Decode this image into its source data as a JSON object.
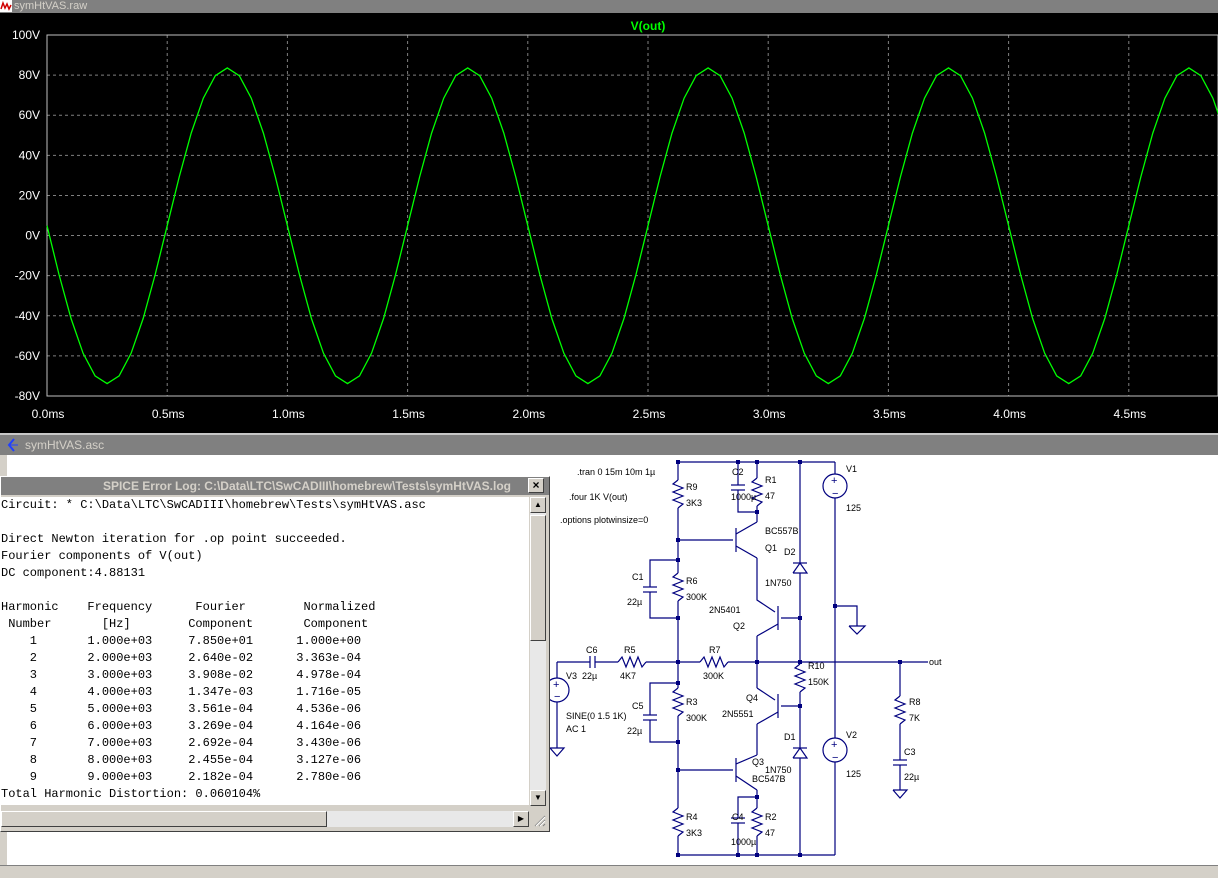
{
  "waveform_window": {
    "title": "symHtVAS.raw",
    "trace_label": "V(out)",
    "trace_color": "#00ff00",
    "grid_color": "#808080",
    "background": "#000000"
  },
  "chart_data": {
    "type": "line",
    "title": "V(out)",
    "xlabel": "",
    "ylabel": "",
    "xlim": [
      0,
      4.9
    ],
    "ylim": [
      -80,
      100
    ],
    "x_ticks": [
      "0.0ms",
      "0.5ms",
      "1.0ms",
      "1.5ms",
      "2.0ms",
      "2.5ms",
      "3.0ms",
      "3.5ms",
      "4.0ms",
      "4.5ms"
    ],
    "y_ticks": [
      "100V",
      "80V",
      "60V",
      "40V",
      "20V",
      "0V",
      "-20V",
      "-40V",
      "-60V",
      "-80V"
    ],
    "grid": true,
    "x_unit": "ms",
    "series": [
      {
        "name": "V(out)",
        "color": "#00ff00",
        "x": [
          0,
          0.05,
          0.1,
          0.15,
          0.2,
          0.25,
          0.3,
          0.35,
          0.4,
          0.45,
          0.5,
          0.55,
          0.6,
          0.65,
          0.7,
          0.75,
          0.8,
          0.85,
          0.9,
          0.95,
          1.0,
          1.05,
          1.1,
          1.15,
          1.2,
          1.25,
          1.3,
          1.35,
          1.4,
          1.45,
          1.5,
          1.55,
          1.6,
          1.65,
          1.7,
          1.75,
          1.8,
          1.85,
          1.9,
          1.95,
          2.0,
          2.05,
          2.1,
          2.15,
          2.2,
          2.25,
          2.3,
          2.35,
          2.4,
          2.45,
          2.5,
          2.55,
          2.6,
          2.65,
          2.7,
          2.75,
          2.8,
          2.85,
          2.9,
          2.95,
          3.0,
          3.05,
          3.1,
          3.15,
          3.2,
          3.25,
          3.3,
          3.35,
          3.4,
          3.45,
          3.5,
          3.55,
          3.6,
          3.65,
          3.7,
          3.75,
          3.8,
          3.85,
          3.9,
          3.95,
          4.0,
          4.05,
          4.1,
          4.15,
          4.2,
          4.25,
          4.3,
          4.35,
          4.4,
          4.45,
          4.5,
          4.55,
          4.6,
          4.65,
          4.7,
          4.75,
          4.8,
          4.85,
          4.9
        ],
        "y": [
          4.9,
          -19.4,
          -41.3,
          -58.7,
          -70.0,
          -73.8,
          -70.0,
          -58.7,
          -41.3,
          -19.4,
          4.9,
          29.2,
          51.1,
          68.5,
          79.7,
          83.6,
          79.7,
          68.5,
          51.1,
          29.2,
          4.9,
          -19.4,
          -41.3,
          -58.7,
          -70.0,
          -73.8,
          -70.0,
          -58.7,
          -41.3,
          -19.4,
          4.9,
          29.2,
          51.1,
          68.5,
          79.7,
          83.6,
          79.7,
          68.5,
          51.1,
          29.2,
          4.9,
          -19.4,
          -41.3,
          -58.7,
          -70.0,
          -73.8,
          -70.0,
          -58.7,
          -41.3,
          -19.4,
          4.9,
          29.2,
          51.1,
          68.5,
          79.7,
          83.6,
          79.7,
          68.5,
          51.1,
          29.2,
          4.9,
          -19.4,
          -41.3,
          -58.7,
          -70.0,
          -73.8,
          -70.0,
          -58.7,
          -41.3,
          -19.4,
          4.9,
          29.2,
          51.1,
          68.5,
          79.7,
          83.6,
          79.7,
          68.5,
          51.1,
          29.2,
          4.9,
          -19.4,
          -41.3,
          -58.7,
          -70.0,
          -73.8,
          -70.0,
          -58.7,
          -41.3,
          -19.4,
          4.9,
          29.2,
          51.1,
          68.5,
          79.7,
          83.6,
          79.7,
          68.5,
          51.1
        ]
      }
    ]
  },
  "schematic_window": {
    "title": "symHtVAS.asc",
    "directives": [
      ".tran 0 15m 10m 1µ",
      ".four 1K V(out)",
      ".options plotwinsize=0"
    ],
    "labels": {
      "c2": "C2",
      "c2_val": "1000µ",
      "r1": "R1",
      "r1_val": "47",
      "r9": "R9",
      "r9_val": "3K3",
      "v1": "V1",
      "v1_val": "125",
      "q1": "Q1",
      "q1_val": "BC557B",
      "d2": "D2",
      "d2_val": "1N750",
      "c1": "C1",
      "c1_val": "22µ",
      "r6": "R6",
      "r6_val": "300K",
      "q2": "Q2",
      "q2_val": "2N5401",
      "c6": "C6",
      "c6_val": "22µ",
      "r5": "R5",
      "r5_val": "4K7",
      "r7": "R7",
      "r7_val": "300K",
      "r10": "R10",
      "r10_val": "150K",
      "out": "out",
      "v3": "V3",
      "v3_sine": "SINE(0 1.5 1K)",
      "v3_ac": "AC 1",
      "c5": "C5",
      "c5_val": "22µ",
      "r3": "R3",
      "r3_val": "300K",
      "q4": "Q4",
      "q4_val": "2N5551",
      "r8": "R8",
      "r8_val": "7K",
      "d1": "D1",
      "d1_val": "1N750",
      "v2": "V2",
      "v2_val": "125",
      "c3": "C3",
      "c3_val": "22µ",
      "q3": "Q3",
      "q3_val": "BC547B",
      "r4": "R4",
      "r4_val": "3K3",
      "c4": "C4",
      "c4_val": "1000µ",
      "r2": "R2",
      "r2_val": "47"
    }
  },
  "error_log": {
    "title": "SPICE Error Log: C:\\Data\\LTC\\SwCADIII\\homebrew\\Tests\\symHtVAS.log",
    "close_label": "×",
    "lines": [
      "Circuit: * C:\\Data\\LTC\\SwCADIII\\homebrew\\Tests\\symHtVAS.asc",
      "",
      "Direct Newton iteration for .op point succeeded.",
      "Fourier components of V(out)",
      "DC component:4.88131",
      "",
      "Harmonic    Frequency      Fourier        Normalized",
      " Number       [Hz]        Component       Component",
      "    1       1.000e+03     7.850e+01      1.000e+00",
      "    2       2.000e+03     2.640e-02      3.363e-04",
      "    3       3.000e+03     3.908e-02      4.978e-04",
      "    4       4.000e+03     1.347e-03      1.716e-05",
      "    5       5.000e+03     3.561e-04      4.536e-06",
      "    6       6.000e+03     3.269e-04      4.164e-06",
      "    7       7.000e+03     2.692e-04      3.430e-06",
      "    8       8.000e+03     2.455e-04      3.127e-06",
      "    9       9.000e+03     2.182e-04      2.780e-06",
      "Total Harmonic Distortion: 0.060104%"
    ]
  }
}
